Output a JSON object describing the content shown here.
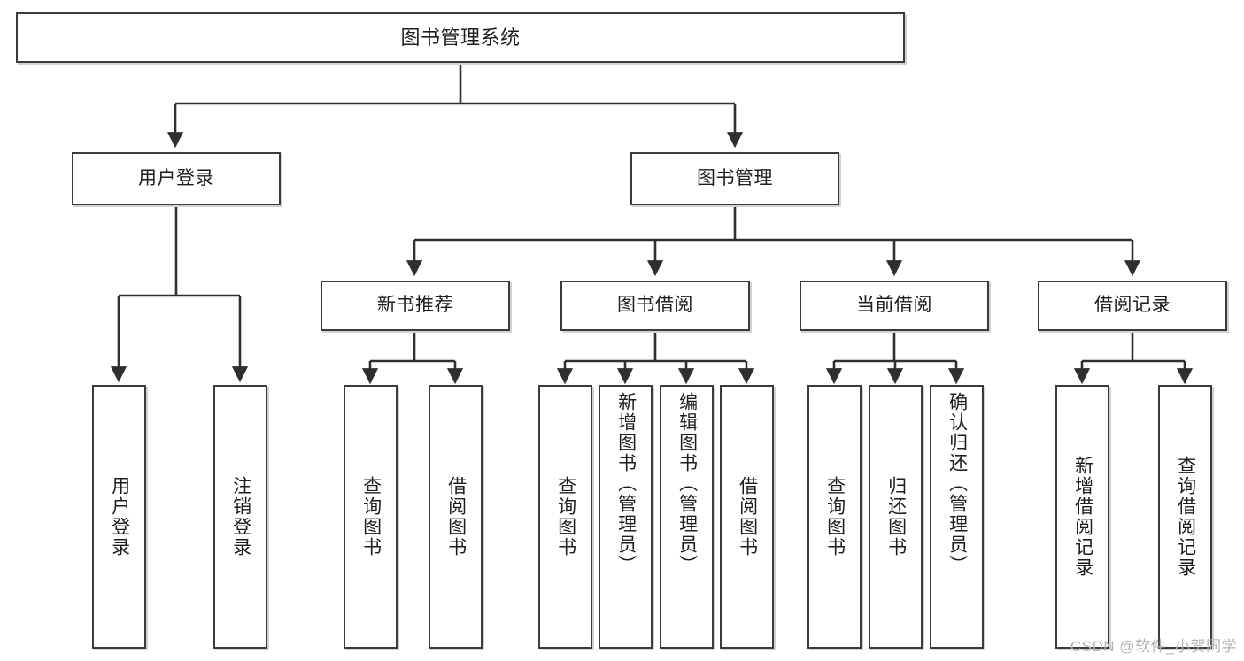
{
  "diagram": {
    "type": "tree-hierarchy-flowchart",
    "title": "图书管理系统",
    "orientation": "top-down",
    "watermark": "CSDN @软件_小贺同学",
    "colors": {
      "box_border": "#3b3b3b",
      "box_fill": "#ffffff",
      "connector": "#2f2f2f",
      "text": "#1d1d1d",
      "watermark": "#b4b4b4",
      "shadow": "#d2d2d2"
    },
    "nodes": {
      "root": {
        "label": "图书管理系统"
      },
      "level1": [
        {
          "id": "user-login",
          "label": "用户登录"
        },
        {
          "id": "book-manage",
          "label": "图书管理"
        }
      ],
      "level2": [
        {
          "id": "new-book-recommend",
          "label": "新书推荐"
        },
        {
          "id": "book-borrow",
          "label": "图书借阅"
        },
        {
          "id": "current-borrow",
          "label": "当前借阅"
        },
        {
          "id": "borrow-record",
          "label": "借阅记录"
        }
      ],
      "leaves": {
        "user-login": [
          {
            "id": "leaf-user-login",
            "label": "用户登录"
          },
          {
            "id": "leaf-logout-login",
            "label": "注销登录"
          }
        ],
        "new-book-recommend": [
          {
            "id": "leaf-query-book-1",
            "label": "查询图书"
          },
          {
            "id": "leaf-borrow-book-1",
            "label": "借阅图书"
          }
        ],
        "book-borrow": [
          {
            "id": "leaf-query-book-2",
            "label": "查询图书"
          },
          {
            "id": "leaf-add-book",
            "label": "新增图书（管理员）"
          },
          {
            "id": "leaf-edit-book",
            "label": "编辑图书（管理员）"
          },
          {
            "id": "leaf-borrow-book-2",
            "label": "借阅图书"
          }
        ],
        "current-borrow": [
          {
            "id": "leaf-query-book-3",
            "label": "查询图书"
          },
          {
            "id": "leaf-return-book",
            "label": "归还图书"
          },
          {
            "id": "leaf-confirm-return",
            "label": "确认归还（管理员）"
          }
        ],
        "borrow-record": [
          {
            "id": "leaf-add-record",
            "label": "新增借阅记录"
          },
          {
            "id": "leaf-query-record",
            "label": "查询借阅记录"
          }
        ]
      }
    }
  }
}
